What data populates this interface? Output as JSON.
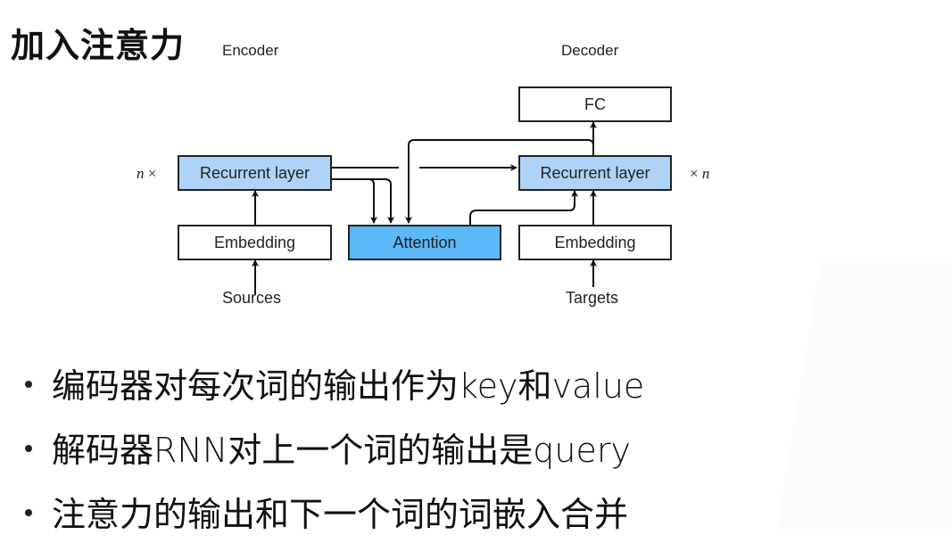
{
  "slide": {
    "title": "加入注意力"
  },
  "diagram": {
    "encoder_label": "Encoder",
    "decoder_label": "Decoder",
    "encoder": {
      "recurrent_layer": "Recurrent layer",
      "embedding": "Embedding",
      "input": "Sources",
      "repeat": {
        "n": "n",
        "times": "×"
      }
    },
    "attention": "Attention",
    "decoder": {
      "fc": "FC",
      "recurrent_layer": "Recurrent layer",
      "embedding": "Embedding",
      "input": "Targets",
      "repeat": {
        "n": "n",
        "times": "×"
      }
    },
    "colors": {
      "recurrent_fill": "#aed3f7",
      "attention_fill": "#5cb8f6",
      "stroke": "#222222"
    }
  },
  "bullets": [
    "编码器对每次词的输出作为key和value",
    "解码器RNN对上一个词的输出是query",
    "注意力的输出和下一个词的词嵌入合并"
  ]
}
